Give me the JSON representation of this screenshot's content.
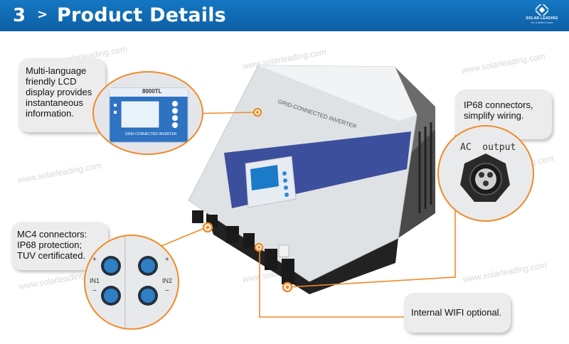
{
  "header": {
    "number": "3",
    "chevron": ">",
    "title": "Product Details",
    "logo_name": "SOLAR LEADING",
    "logo_tagline": "It's a better future"
  },
  "watermark": "www.solarleading.com",
  "callouts": {
    "lcd": [
      "Multi-language",
      "friendly LCD",
      "display provides",
      "instantaneous",
      "information."
    ],
    "ip68": [
      "IP68 connectors,",
      "simplify wiring."
    ],
    "mc4": [
      "MC4 connectors:",
      "IP68 protection;",
      "TUV certificated."
    ],
    "wifi": "Internal WIFI optional."
  },
  "zoom_lcd": {
    "model": "8000TL",
    "footer": "GRID-CONNECTED INVERTER"
  },
  "zoom_ac": {
    "label": "AC  output"
  },
  "zoom_mc4": {
    "plus_left": "+",
    "minus_left": "−",
    "in1": "IN1",
    "plus_right": "+",
    "minus_right": "−",
    "in2": "IN2"
  },
  "inverter": {
    "label": "GRID-CONNECTED INVERTER"
  },
  "colors": {
    "header_blue": "#0f65ad",
    "accent_orange": "#f08a2a",
    "band_blue": "#3c4f9c"
  }
}
